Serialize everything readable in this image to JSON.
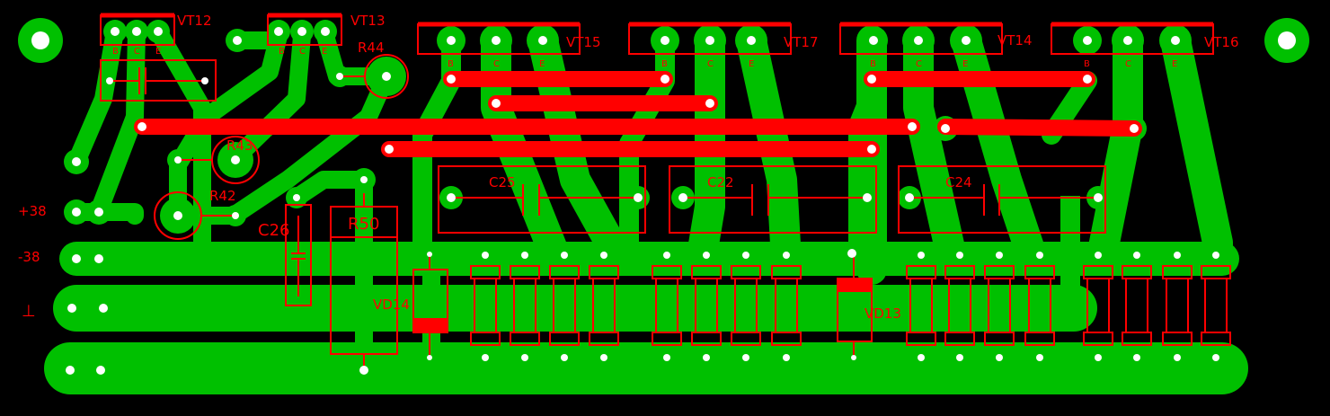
{
  "colors": {
    "background": "#000000",
    "copper": "#00c000",
    "silkscreen": "#ff0000",
    "pad_hole": "#ffffff"
  },
  "power_labels": {
    "plus": "+38",
    "minus": "-38",
    "ground": "⊥"
  },
  "pin_letters": {
    "base": "B",
    "collector": "C",
    "emitter": "E"
  },
  "transistors": {
    "vt12": "VT12",
    "vt13": "VT13",
    "vt15": "VT15",
    "vt17": "VT17",
    "vt14": "VT14",
    "vt16": "VT16"
  },
  "resistors": {
    "r44": "R44",
    "r43": "R43",
    "r42": "R42",
    "r50": "R50"
  },
  "capacitors": {
    "c25": "C25",
    "c22": "C22",
    "c24": "C24",
    "c26": "C26"
  },
  "diodes": {
    "vd14": "VD14",
    "vd13": "VD13"
  }
}
